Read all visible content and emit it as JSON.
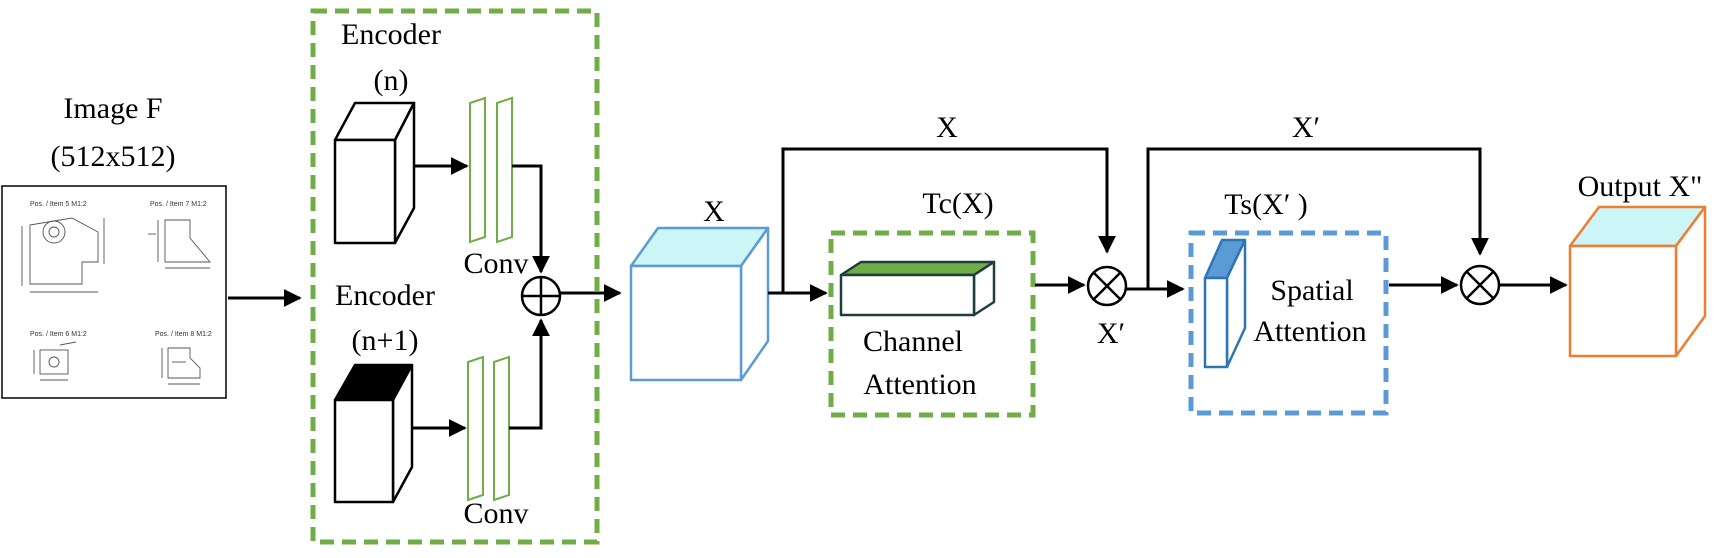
{
  "input": {
    "title": "Image F",
    "size": "(512x512)",
    "thumb_labels": [
      "Pos. / Item 5 M1:2",
      "Pos. / Item 7 M1:2",
      "Pos. / Item 6 M1:2",
      "Pos. / Item 8 M1:2"
    ]
  },
  "encoder_block": {
    "encoder_n_title": "Encoder",
    "encoder_n_index": "(n)",
    "conv_top_label": "Conv",
    "encoder_n1_title": "Encoder",
    "encoder_n1_index": "(n+1)",
    "conv_bottom_label": "Conv",
    "border_color": "#70ad47"
  },
  "feature_x": {
    "label": "X",
    "skip_label": "X",
    "face_color": "#ccf5f8",
    "edge_color": "#5b9bd5"
  },
  "channel_attention": {
    "title": "Tc(X)",
    "name_line1": "Channel",
    "name_line2": "Attention",
    "border_color": "#70ad47"
  },
  "multiply_1": {
    "output_label": "X′"
  },
  "spatial_attention": {
    "title": "Ts(X′ )",
    "skip_label": "X′",
    "name_line1": "Spatial",
    "name_line2": "Attention",
    "border_color": "#5b9bd5"
  },
  "output": {
    "label": "Output X\"",
    "edge_color": "#ed7d31",
    "face_color": "#ccf5f8"
  }
}
